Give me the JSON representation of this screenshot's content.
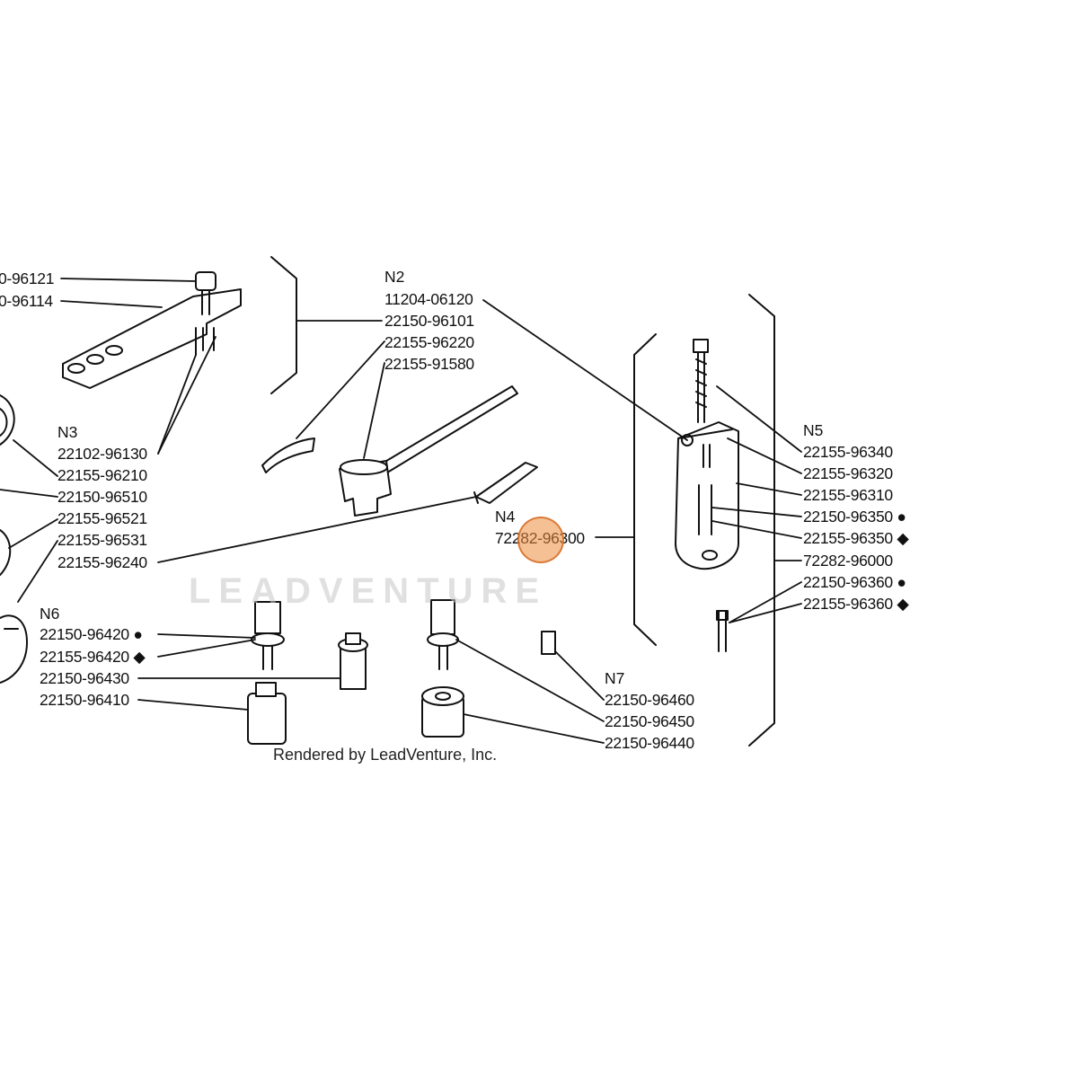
{
  "diagram": {
    "watermark": "LEADVENTURE",
    "credit": "Rendered by LeadVenture, Inc.",
    "groups": [
      {
        "id": "N2",
        "text": "N2"
      },
      {
        "id": "N3",
        "text": "N3"
      },
      {
        "id": "N4",
        "text": "N4"
      },
      {
        "id": "N5",
        "text": "N5"
      },
      {
        "id": "N6",
        "text": "N6"
      },
      {
        "id": "N7",
        "text": "N7"
      }
    ],
    "parts": [
      {
        "text": "0-96121"
      },
      {
        "text": "0-96114"
      },
      {
        "text": "11204-06120"
      },
      {
        "text": "22150-96101"
      },
      {
        "text": "22155-96220"
      },
      {
        "text": "22155-91580"
      },
      {
        "text": "22102-96130"
      },
      {
        "text": "22155-96210"
      },
      {
        "text": "22150-96510"
      },
      {
        "text": "22155-96521"
      },
      {
        "text": "22155-96531"
      },
      {
        "text": "22155-96240"
      },
      {
        "text": "72282-96300"
      },
      {
        "text": "22155-96340"
      },
      {
        "text": "22155-96320"
      },
      {
        "text": "22155-96310"
      },
      {
        "text": "22150-96350 ●"
      },
      {
        "text": "22155-96350 ◆"
      },
      {
        "text": "72282-96000"
      },
      {
        "text": "22150-96360 ●"
      },
      {
        "text": "22155-96360 ◆"
      },
      {
        "text": "22150-96420 ●"
      },
      {
        "text": "22155-96420 ◆"
      },
      {
        "text": "22150-96430"
      },
      {
        "text": "22150-96410"
      },
      {
        "text": "22150-96460"
      },
      {
        "text": "22150-96450"
      },
      {
        "text": "22150-96440"
      }
    ]
  }
}
